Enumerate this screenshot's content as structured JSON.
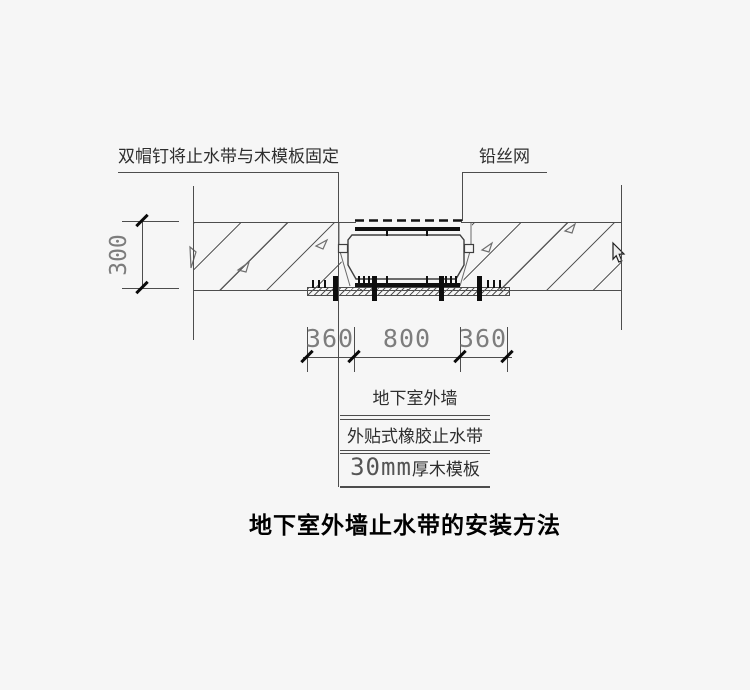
{
  "colors": {
    "background": "#f6f6f6",
    "line": "#4d4d4d",
    "ink": "#111111",
    "dim_text": "#7d7d7d"
  },
  "callouts": {
    "top_left": "双帽钉将止水带与木模板固定",
    "top_right": "铅丝网"
  },
  "dimensions": {
    "wall_thickness": "300",
    "bottom_segments": [
      "360",
      "800",
      "360"
    ]
  },
  "legend": {
    "rows": [
      {
        "label": "地下室外墙"
      },
      {
        "label": "外贴式橡胶止水带"
      },
      {
        "prefix": "30mm",
        "label": "厚木模板"
      }
    ]
  },
  "title": {
    "text": "地下室外墙止水带的安装方法"
  }
}
